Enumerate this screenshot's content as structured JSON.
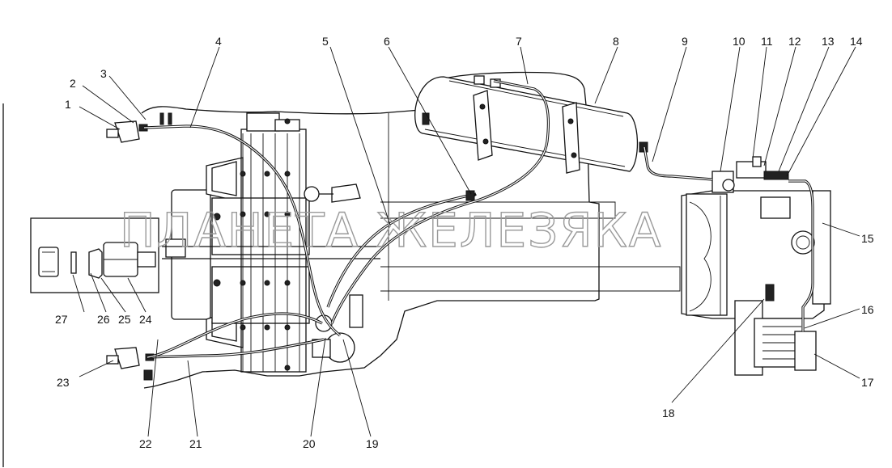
{
  "watermark": "ПЛАНЕТА ЖЕЛЕЗЯКА",
  "callouts": [
    "1",
    "2",
    "3",
    "4",
    "5",
    "6",
    "7",
    "8",
    "9",
    "10",
    "11",
    "12",
    "13",
    "14",
    "15",
    "16",
    "17",
    "18",
    "19",
    "20",
    "21",
    "22",
    "23",
    "24",
    "25",
    "26",
    "27"
  ]
}
